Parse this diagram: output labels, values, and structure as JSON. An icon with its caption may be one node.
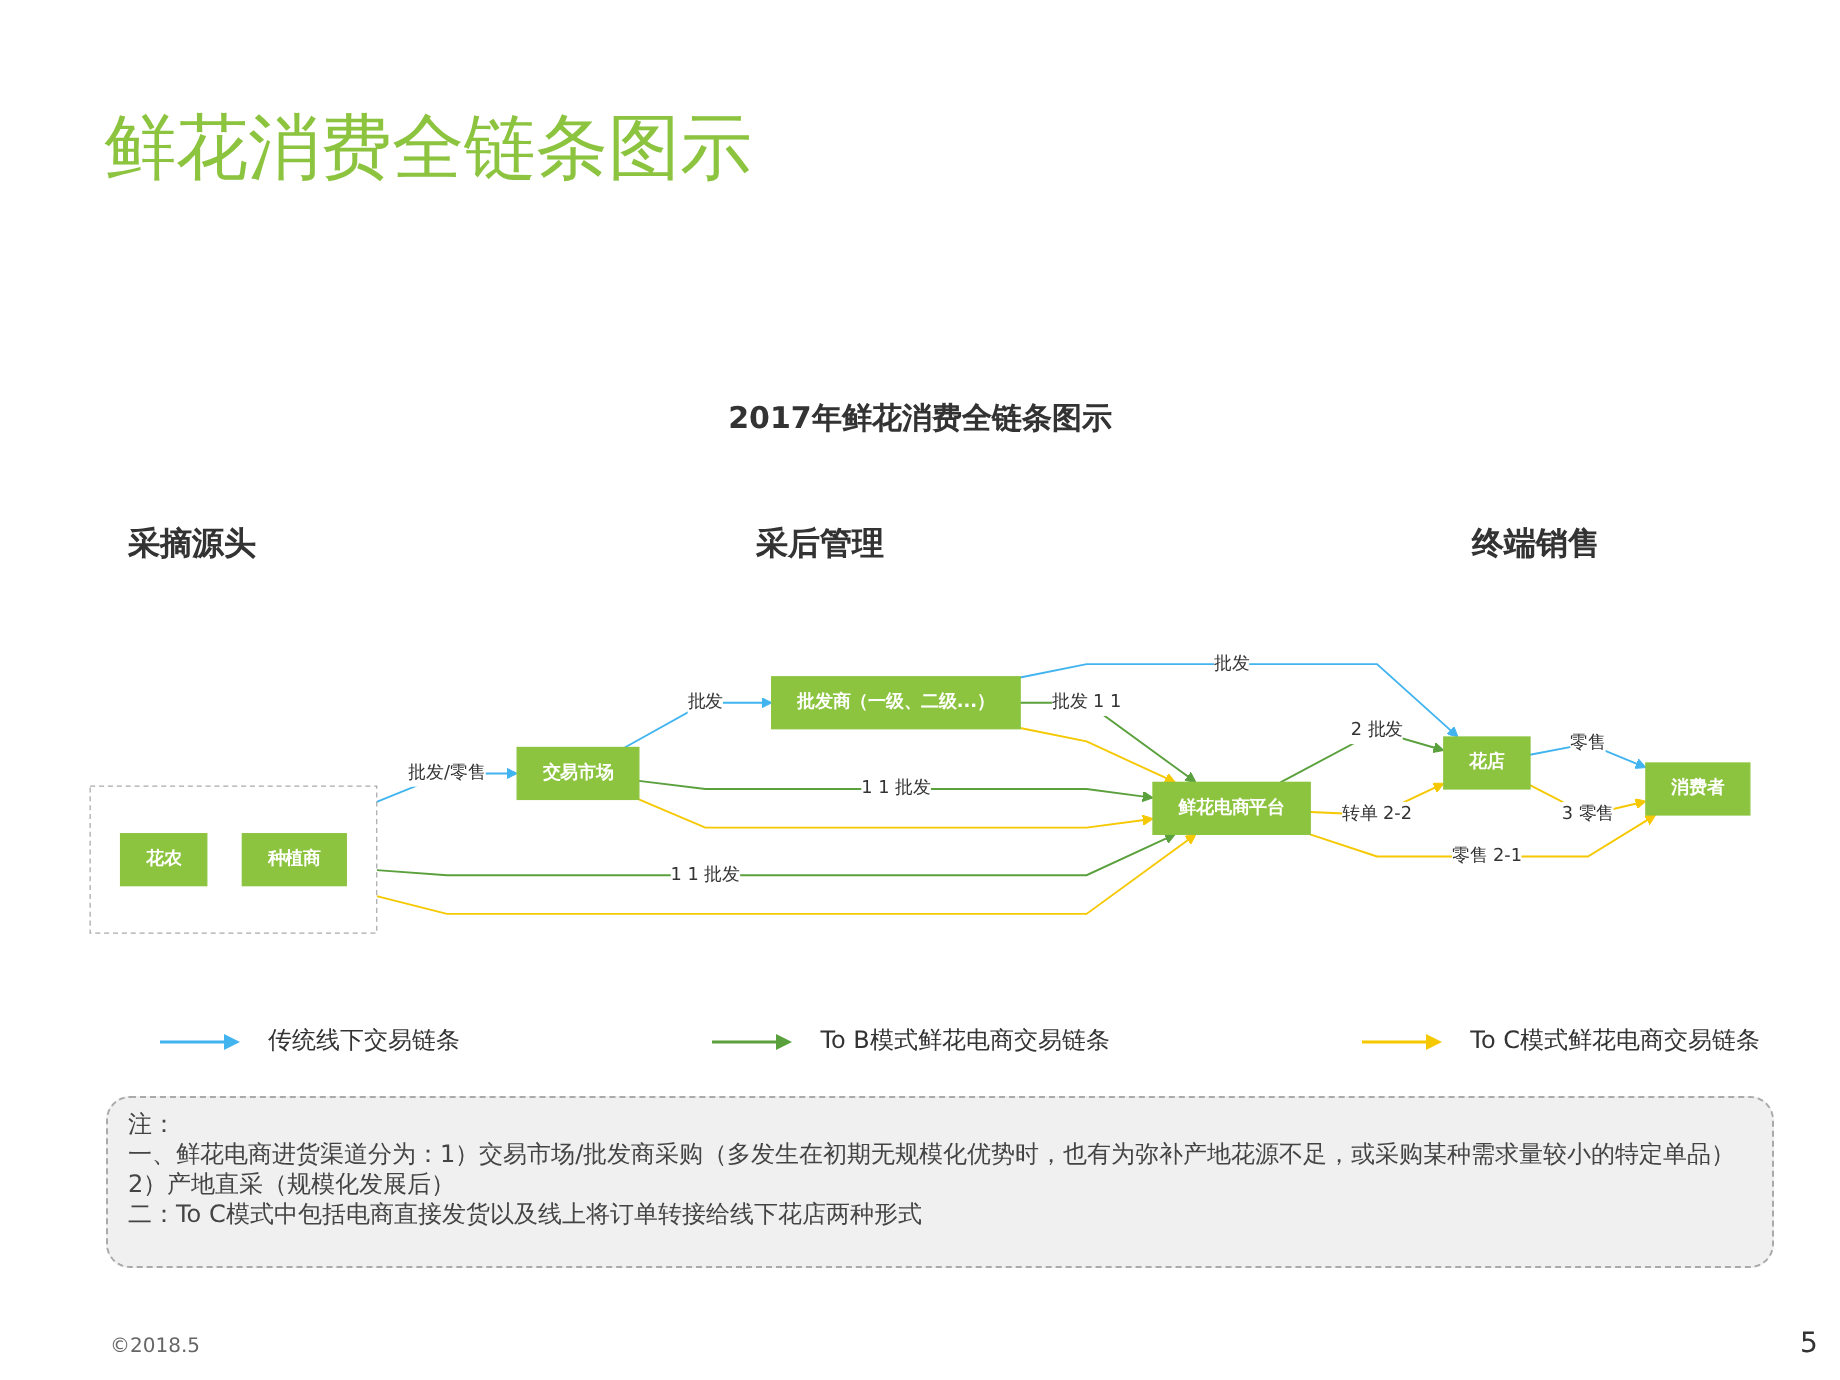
{
  "diagram": {
    "title": "鲜花消费全链条图示",
    "nodes": [
      {
        "text": [],
        "shape": "box"
      },
      {
        "text": [
          "花农"
        ],
        "in": 0
      },
      {
        "text": [
          "种植商"
        ],
        "in": 0
      },
      {
        "text": [
          "交易市场"
        ]
      },
      {
        "text": [
          "批发商（一级、二级...）"
        ]
      },
      {
        "text": [
          "花店"
        ]
      },
      {
        "text": [
          "消费者"
        ]
      },
      {
        "text": [
          "鲜花电商平台"
        ]
      }
    ],
    "edges": [
      {
        "from": 0,
        "to": 3,
        "arrow": "to",
        "label": "批发/零售",
        "color": "#41b4f0"
      },
      {
        "from": 3,
        "to": 4,
        "arrow": "to",
        "label": "批发",
        "color": "#41b4f0"
      },
      {
        "from": 4,
        "to": 5,
        "arrow": "to",
        "label": "批发",
        "color": "#41b4f0"
      },
      {
        "from": 5,
        "to": 6,
        "arrow": "to",
        "label": "零售",
        "color": "#41b4f0"
      },
      {
        "from": 5,
        "to": 6,
        "arrow": "to",
        "label": "3 零售",
        "color": "#f5c800"
      },
      {
        "from": 3,
        "to": 7,
        "arrow": "to",
        "label": "1 1 批发",
        "color": "#5aa03c"
      },
      {
        "from": 3,
        "to": 7,
        "arrow": "to",
        "color": "#f5c800"
      },
      {
        "from": 4,
        "to": 7,
        "arrow": "to",
        "label": "批发 1 1",
        "color": "#5aa03c"
      },
      {
        "from": 4,
        "to": 7,
        "arrow": "to",
        "color": "#f5c800"
      },
      {
        "from": 0,
        "to": 7,
        "arrow": "to",
        "label": "1 1 批发",
        "color": "#5aa03c"
      },
      {
        "from": 0,
        "to": 7,
        "arrow": "to",
        "color": "#f5c800"
      },
      {
        "from": 7,
        "to": 5,
        "arrow": "to",
        "label": "2 批发",
        "color": "#5aa03c"
      },
      {
        "from": 7,
        "to": 5,
        "arrow": "to",
        "label": "转单 2-2",
        "color": "#f5c800"
      },
      {
        "from": 7,
        "to": 6,
        "arrow": "to",
        "label": "零售 2-1",
        "color": "#f5c800"
      }
    ],
    "labels": [
      "2017年鲜花消费全链条图示",
      "采摘源头",
      "采后管理",
      "终端销售",
      "注：",
      "一、鲜花电商进货渠道分为：1）交易市场/批发商采购（多发生在初期无规模化优势时，也有为弥补产地花源不足，或采购某种需求量较小的特定单品）2）产地直采（规模化发展后）",
      "二：To C模式中包括电商直接发货以及线上将订单转接给线下花店两种形式",
      "©2018.5",
      "5"
    ],
    "legend": [
      {
        "text": "传统线下交易链条"
      },
      {
        "text": "To B模式鲜花电商交易链条"
      },
      {
        "text": "To C模式鲜花电商交易链条"
      }
    ]
  }
}
